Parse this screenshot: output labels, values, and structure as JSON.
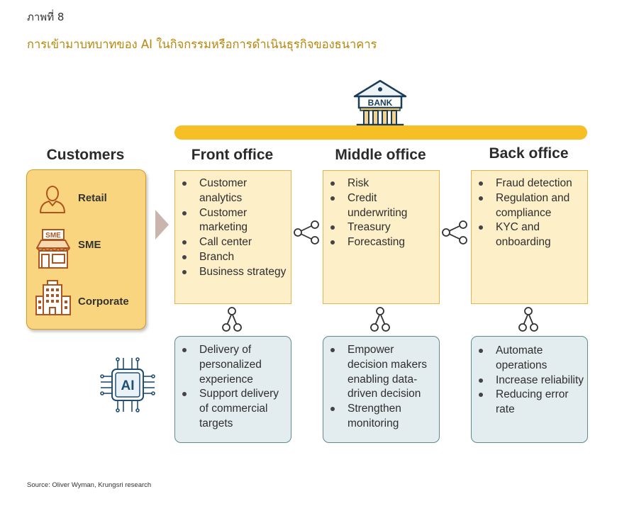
{
  "figure": {
    "label": "ภาพที่ 8",
    "title": "การเข้ามาบทบาทของ AI ในกิจกรรมหรือการดำเนินธุรกิจของธนาคาร",
    "source": "Source: Oliver Wyman, Krungsri research"
  },
  "bank": {
    "label": "BANK",
    "icon": "bank-icon"
  },
  "customers": {
    "header": "Customers",
    "items": [
      {
        "label": "Retail",
        "icon": "person-icon"
      },
      {
        "label": "SME",
        "icon": "sme-shop-icon",
        "badge": "SME"
      },
      {
        "label": "Corporate",
        "icon": "building-icon"
      }
    ]
  },
  "offices": [
    {
      "header": "Front office",
      "functions": [
        "Customer analytics",
        "Customer marketing",
        "Call center",
        "Branch",
        "Business strategy"
      ],
      "ai_roles": [
        "Delivery of personalized experience",
        "Support delivery of commercial targets"
      ]
    },
    {
      "header": "Middle office",
      "functions": [
        "Risk",
        "Credit underwriting",
        "Treasury",
        "Forecasting"
      ],
      "ai_roles": [
        "Empower decision makers enabling data-driven decision",
        "Strengthen monitoring"
      ]
    },
    {
      "header": "Back office",
      "functions": [
        "Fraud detection",
        "Regulation and compliance",
        "KYC and onboarding"
      ],
      "ai_roles": [
        "Automate operations",
        "Increase reliability",
        "Reducing error rate"
      ]
    }
  ],
  "ai_chip": {
    "label": "AI",
    "icon": "ai-chip-icon"
  },
  "colors": {
    "accent_bar": "#f6bf26",
    "customer_fill": "#fad57f",
    "office_fill": "#fdefc8",
    "ai_fill": "#e3ecee",
    "title_color": "#b8860b",
    "icon_brown": "#b0541f",
    "chip_blue": "#1f4e79"
  }
}
